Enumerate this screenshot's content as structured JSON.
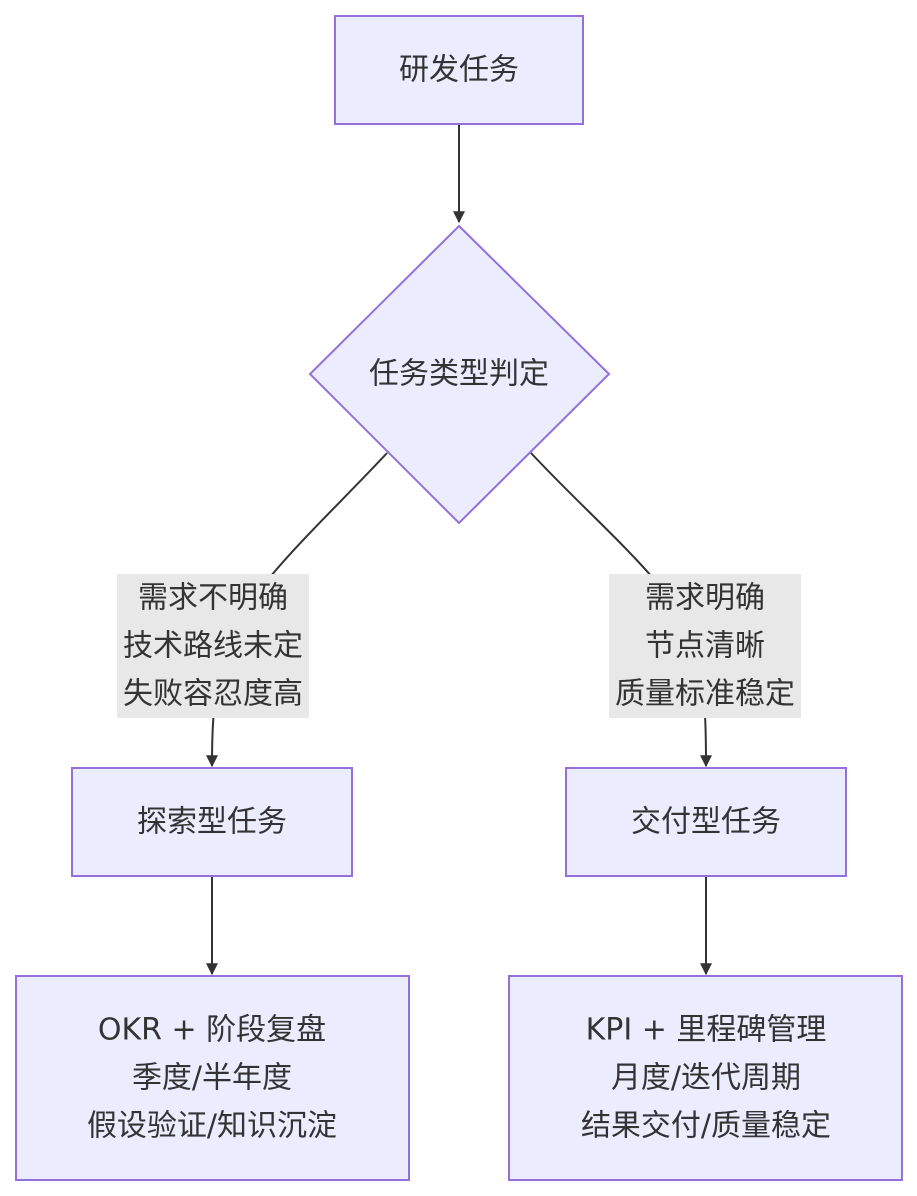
{
  "nodes": {
    "rd_task": {
      "lines": [
        "研发任务"
      ]
    },
    "type_decision": {
      "lines": [
        "任务类型判定"
      ]
    },
    "explore_task": {
      "lines": [
        "探索型任务"
      ]
    },
    "delivery_task": {
      "lines": [
        "交付型任务"
      ]
    },
    "explore_mgmt": {
      "lines": [
        "OKR + 阶段复盘",
        "季度/半年度",
        "假设验证/知识沉淀"
      ]
    },
    "delivery_mgmt": {
      "lines": [
        "KPI + 里程碑管理",
        "月度/迭代周期",
        "结果交付/质量稳定"
      ]
    }
  },
  "edge_labels": {
    "to_explore": {
      "lines": [
        "需求不明确",
        "技术路线未定",
        "失败容忍度高"
      ]
    },
    "to_delivery": {
      "lines": [
        "需求明确",
        "节点清晰",
        "质量标准稳定"
      ]
    }
  },
  "colors": {
    "node_fill": "#ececff",
    "node_stroke": "#9370db",
    "edge": "#333333",
    "label_bg": "#e8e8e8",
    "text": "#333333"
  }
}
